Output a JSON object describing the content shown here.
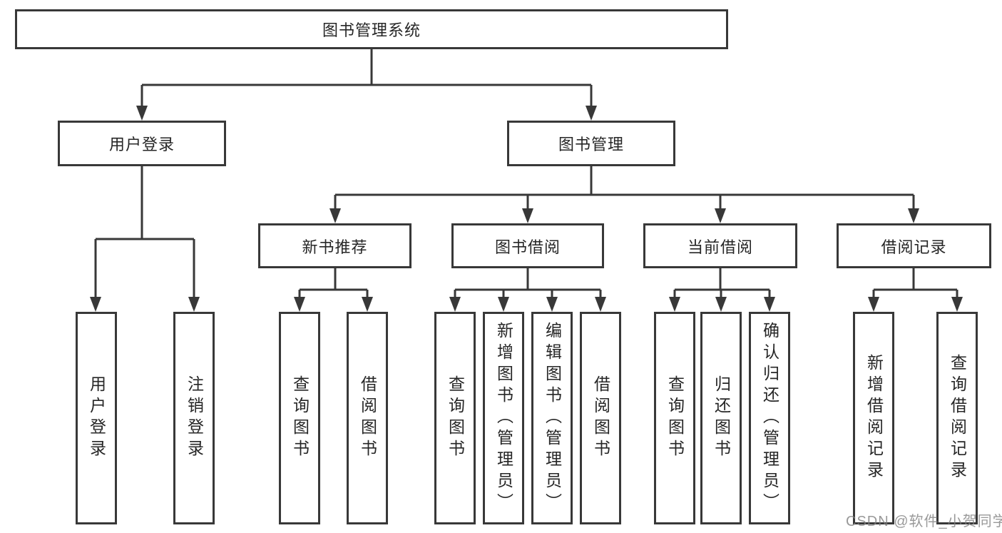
{
  "diagram": {
    "root": {
      "label": "图书管理系统"
    },
    "level2": {
      "user_login": {
        "label": "用户登录"
      },
      "book_management": {
        "label": "图书管理"
      }
    },
    "level3": {
      "new_book_recommend": {
        "label": "新书推荐"
      },
      "book_borrowing": {
        "label": "图书借阅"
      },
      "current_borrowing": {
        "label": "当前借阅"
      },
      "borrowing_records": {
        "label": "借阅记录"
      }
    },
    "leaves": {
      "user_login": {
        "label": "用户登录"
      },
      "logout": {
        "label": "注销登录"
      },
      "recommend_query_book": {
        "label": "查询图书"
      },
      "recommend_borrow_book": {
        "label": "借阅图书"
      },
      "borrowing_query_book": {
        "label": "查询图书"
      },
      "borrowing_add_book_admin": {
        "label": "新增图书（管理员）"
      },
      "borrowing_edit_book_admin": {
        "label": "编辑图书（管理员）"
      },
      "borrowing_borrow_book": {
        "label": "借阅图书"
      },
      "current_query_book": {
        "label": "查询图书"
      },
      "current_return_book": {
        "label": "归还图书"
      },
      "current_confirm_return_admin": {
        "label": "确认归还（管理员）"
      },
      "records_add_record": {
        "label": "新增借阅记录"
      },
      "records_query_record": {
        "label": "查询借阅记录"
      }
    },
    "watermark": "CSDN @软件_小贺同学",
    "colors": {
      "line": "#383838",
      "box_border": "#383838",
      "text": "#262626",
      "watermark": "#9a9a9a",
      "background": "#ffffff"
    }
  }
}
